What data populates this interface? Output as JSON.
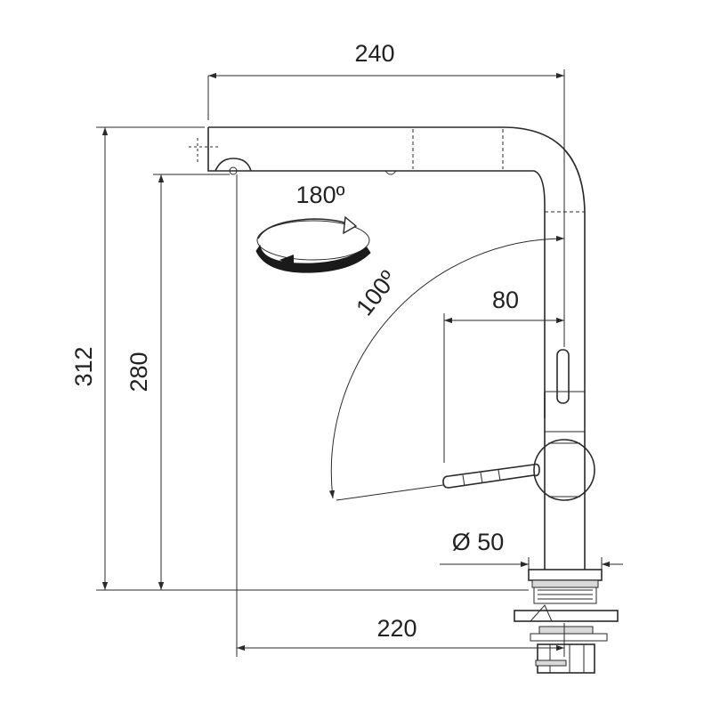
{
  "drawing": {
    "subject": "pull-out kitchen faucet dimension drawing",
    "dimensions": {
      "spout_reach": "240",
      "total_height": "312",
      "spout_height": "280",
      "handle_offset": "80",
      "base_diameter": "Ø 50",
      "outlet_to_base": "220"
    },
    "angles": {
      "spout_rotation": "180º",
      "lever_swing": "100º"
    },
    "colors": {
      "line": "#2a2a2a",
      "shading": "#d9d9d9"
    }
  }
}
